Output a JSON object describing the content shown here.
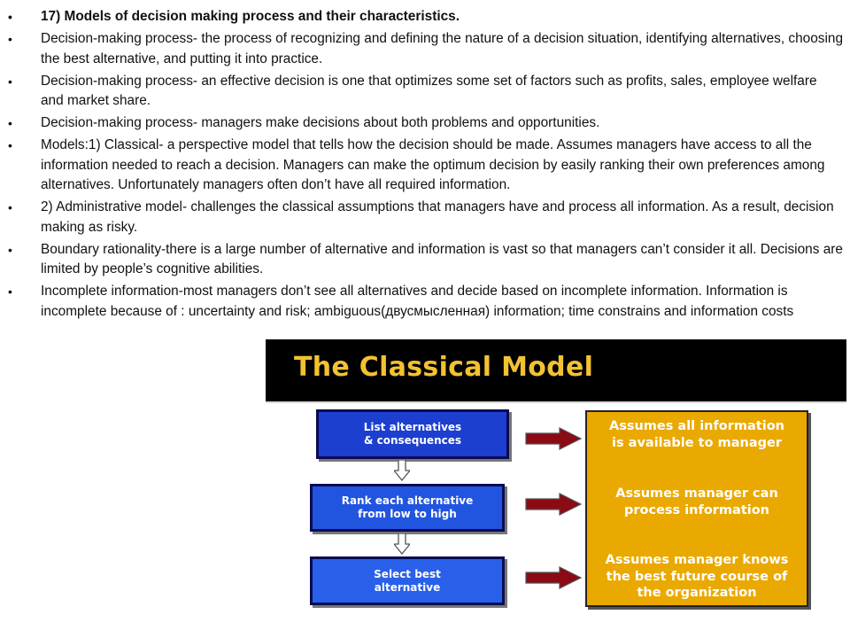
{
  "bullets": [
    "17) Models of decision making process and their characteristics.",
    "Decision-making process- the process of recognizing and defining the nature of a decision situation, identifying alternatives, choosing the best alternative, and putting it into practice.",
    "Decision-making process- an effective decision is one that optimizes some set of factors such as profits, sales, employee welfare and market share.",
    "Decision-making process- managers make decisions about both problems and opportunities.",
    "Models:1) Classical- a perspective model that tells how the decision should be made. Assumes managers have access to all the information needed to reach a decision. Managers can make the optimum decision by easily ranking their own preferences among alternatives. Unfortunately managers often don’t have all required information.",
    "2) Administrative model- challenges the classical assumptions that managers have and process all information. As  a result, decision making as risky.",
    "Boundary rationality-there is a large number of alternative and information is vast so that managers can’t consider it all. Decisions are limited by people’s cognitive abilities.",
    "Incomplete information-most managers don’t see all alternatives and decide based on incomplete information. Information is incomplete because of : uncertainty and risk; ambiguous(двусмысленная) information; time constrains and information costs"
  ],
  "bullet_glyph": "•",
  "diagram": {
    "title": "The Classical Model",
    "steps": [
      "List alternatives\n& consequences",
      "Rank each alternative\nfrom low to high",
      "Select best\nalternative"
    ],
    "assumptions": [
      "Assumes all information\nis available to manager",
      "Assumes manager can\nprocess information",
      "Assumes manager knows\nthe best future course of\nthe organization"
    ],
    "colors": {
      "title_bg": "#000000",
      "title_text": "#f2c230",
      "step_fill": "#2155e0",
      "assumption_fill": "#eaa900",
      "arrow": "#8b0a14"
    }
  }
}
